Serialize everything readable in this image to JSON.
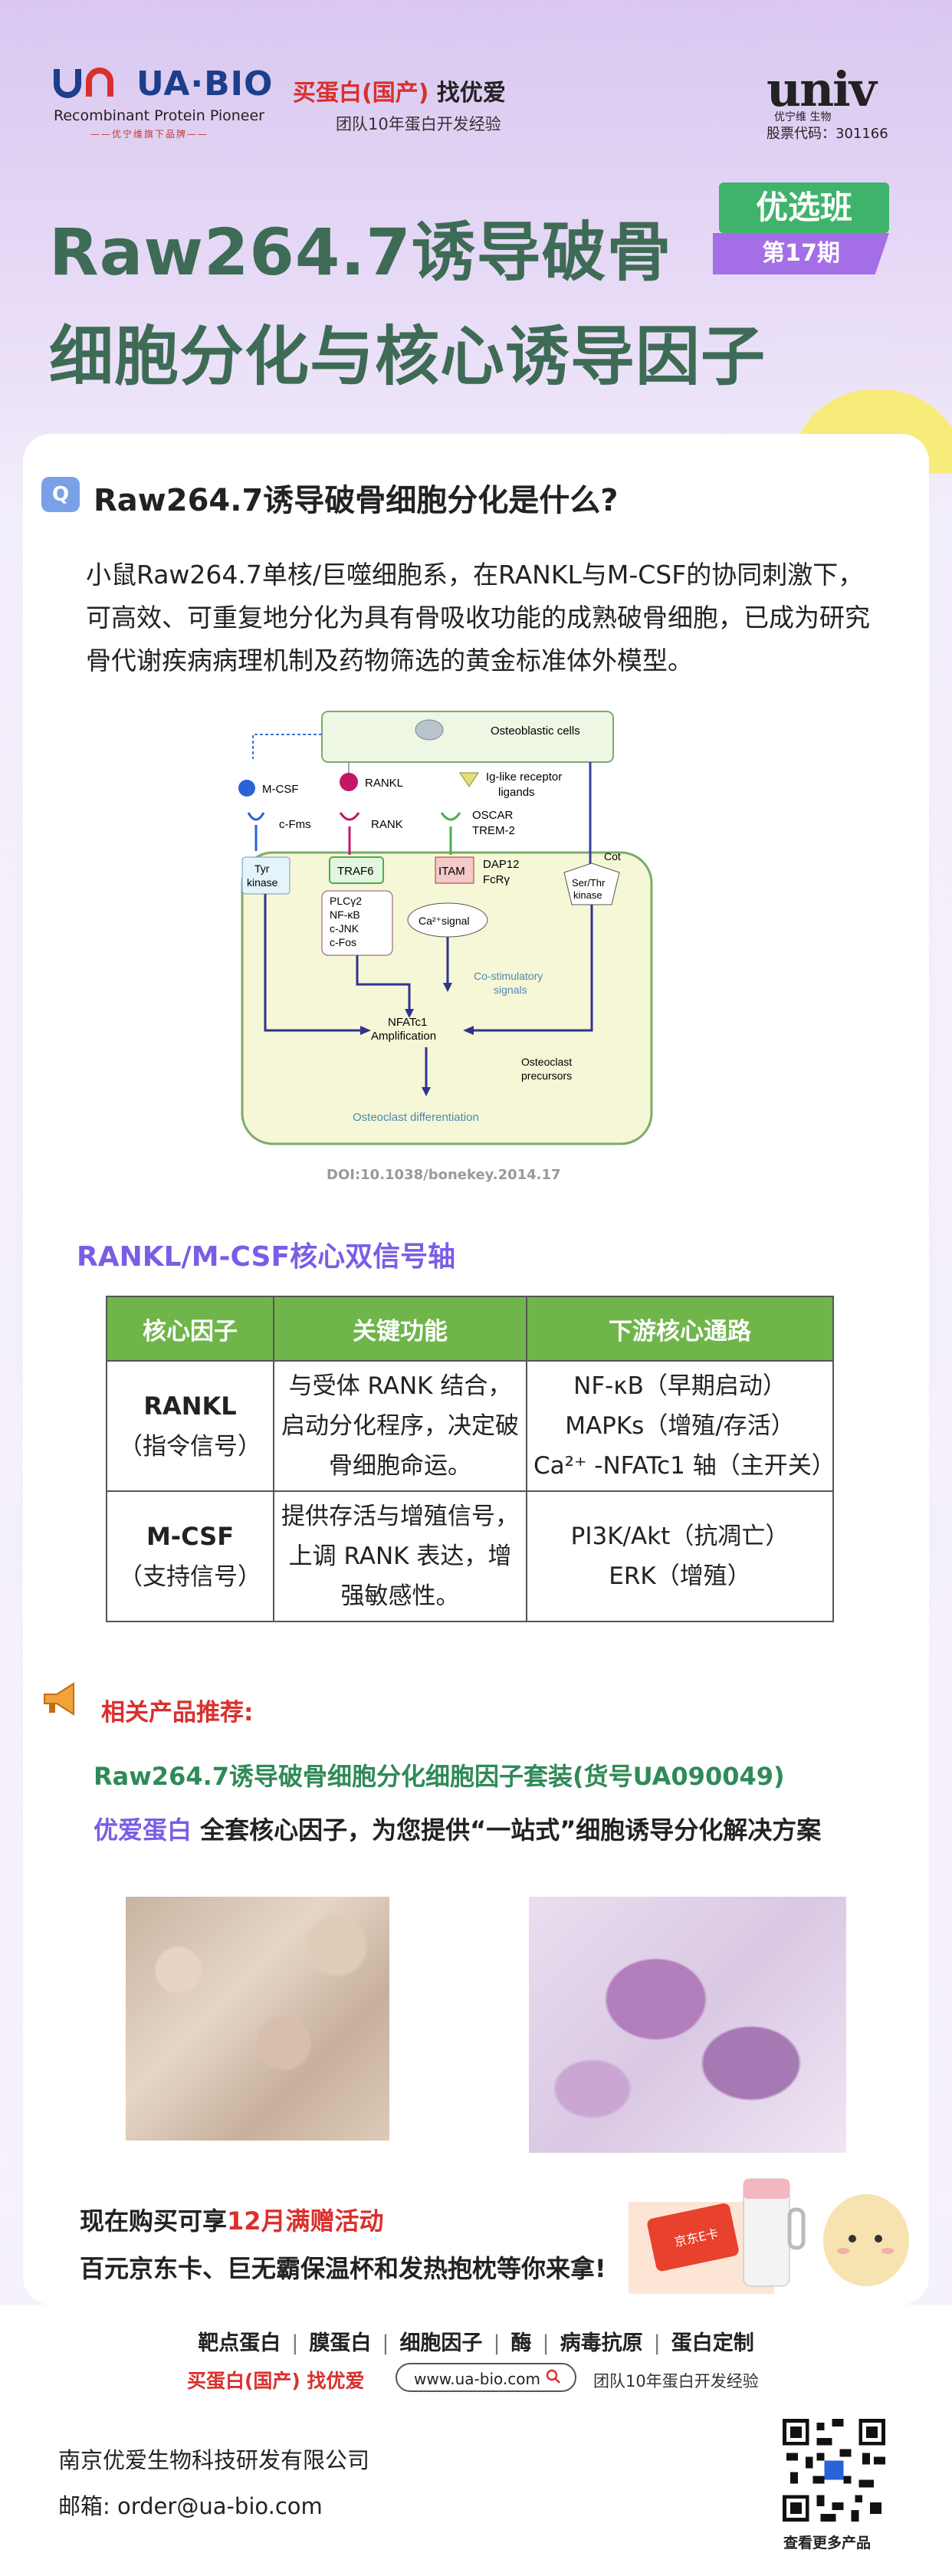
{
  "header": {
    "brand_name": "UA·BIO",
    "brand_sub": "Recombinant Protein Pioneer",
    "brand_sub2": "——优宁维旗下品牌——",
    "slogan_red": "买蛋白(国产)",
    "slogan_black": "找优爱",
    "team": "团队10年蛋白开发经验",
    "univ_logo": "univ",
    "univ_cn": "优宁维  生物",
    "stock_code": "股票代码：301166",
    "title_line1": "Raw264.7诱导破骨",
    "title_line2": "细胞分化与核心诱导因子",
    "badge_top": "优选班",
    "badge_bottom": "第17期"
  },
  "section": {
    "icon": "question-chat-icon",
    "heading": "Raw264.7诱导破骨细胞分化是什么?",
    "intro": "小鼠Raw264.7单核/巨噬细胞系，在RANKL与M-CSF的协同刺激下，可高效、可重复地分化为具有骨吸收功能的成熟破骨细胞，已成为研究骨代谢疾病病理机制及药物筛选的黄金标准体外模型。"
  },
  "diagram": {
    "osteoblastic": "Osteoblastic cells",
    "mcsf": "M-CSF",
    "rankl": "RANKL",
    "iglike": "Ig-like receptor",
    "ligands": "ligands",
    "cfms": "c-Fms",
    "rank": "RANK",
    "oscar": "OSCAR",
    "trem2": "TREM-2",
    "tyr1": "Tyr",
    "tyr2": "kinase",
    "traf6": "TRAF6",
    "itam": "ITAM",
    "dap12": "DAP12",
    "fcrg": "FcRγ",
    "cot": "Cot",
    "serthr1": "Ser/Thr",
    "serthr2": "kinase",
    "plc": "PLCγ2",
    "nfkb": "NF-κB",
    "cjnk": "c-JNK",
    "cfos": "c-Fos",
    "ca": "Ca²⁺signal",
    "costim1": "Co-stimulatory",
    "costim2": "signals",
    "nfatc1": "NFATc1",
    "amp": "Amplification",
    "precursor1": "Osteoclast",
    "precursor2": "precursors",
    "diff": "Osteoclast differentiation",
    "doi": "DOI:10.1038/bonekey.2014.17"
  },
  "axis_heading": "RANKL/M-CSF核心双信号轴",
  "table": {
    "headers": [
      "核心因子",
      "关键功能",
      "下游核心通路"
    ],
    "rows": [
      {
        "name": "RANKL",
        "role": "（指令信号）",
        "function": [
          "与受体 RANK 结合，",
          "启动分化程序，决定破",
          "骨细胞命运。"
        ],
        "pathways": [
          "NF-κB（早期启动）",
          "MAPKs（增殖/存活）",
          "Ca²⁺ -NFATc1 轴（主开关）"
        ]
      },
      {
        "name": "M-CSF",
        "role": "（支持信号）",
        "function": [
          "提供存活与增殖信号，",
          "上调 RANK 表达，增",
          "强敏感性。"
        ],
        "pathways": [
          "PI3K/Akt（抗凋亡）",
          "ERK（增殖）"
        ]
      }
    ]
  },
  "recommend": {
    "heading": "相关产品推荐:",
    "product": "Raw264.7诱导破骨细胞分化细胞因子套装(货号UA090049)",
    "line_brand": "优爱蛋白",
    "line_rest": " 全套核心因子，为您提供“一站式”细胞诱导分化解决方案"
  },
  "promo": {
    "line1_a": "现在购买可享",
    "line1_red": "12月满赠活动",
    "line2": "百元京东卡、巨无霸保温杯和发热抱枕等你来拿!",
    "card_text": "京东E卡"
  },
  "footer": {
    "nav": [
      "靶点蛋白",
      "膜蛋白",
      "细胞因子",
      "酶",
      "病毒抗原",
      "蛋白定制"
    ],
    "slogan": "买蛋白(国产) 找优爱",
    "url": "www.ua-bio.com",
    "team": "团队10年蛋白开发经验",
    "company": "南京优爱生物科技研发有限公司",
    "email": "邮箱: order@ua-bio.com",
    "qr_caption": "查看更多产品"
  },
  "colors": {
    "title_green": "#3e6b55",
    "accent_purple": "#7b5ce6",
    "red": "#d9302e",
    "table_header": "#6fb54a"
  }
}
